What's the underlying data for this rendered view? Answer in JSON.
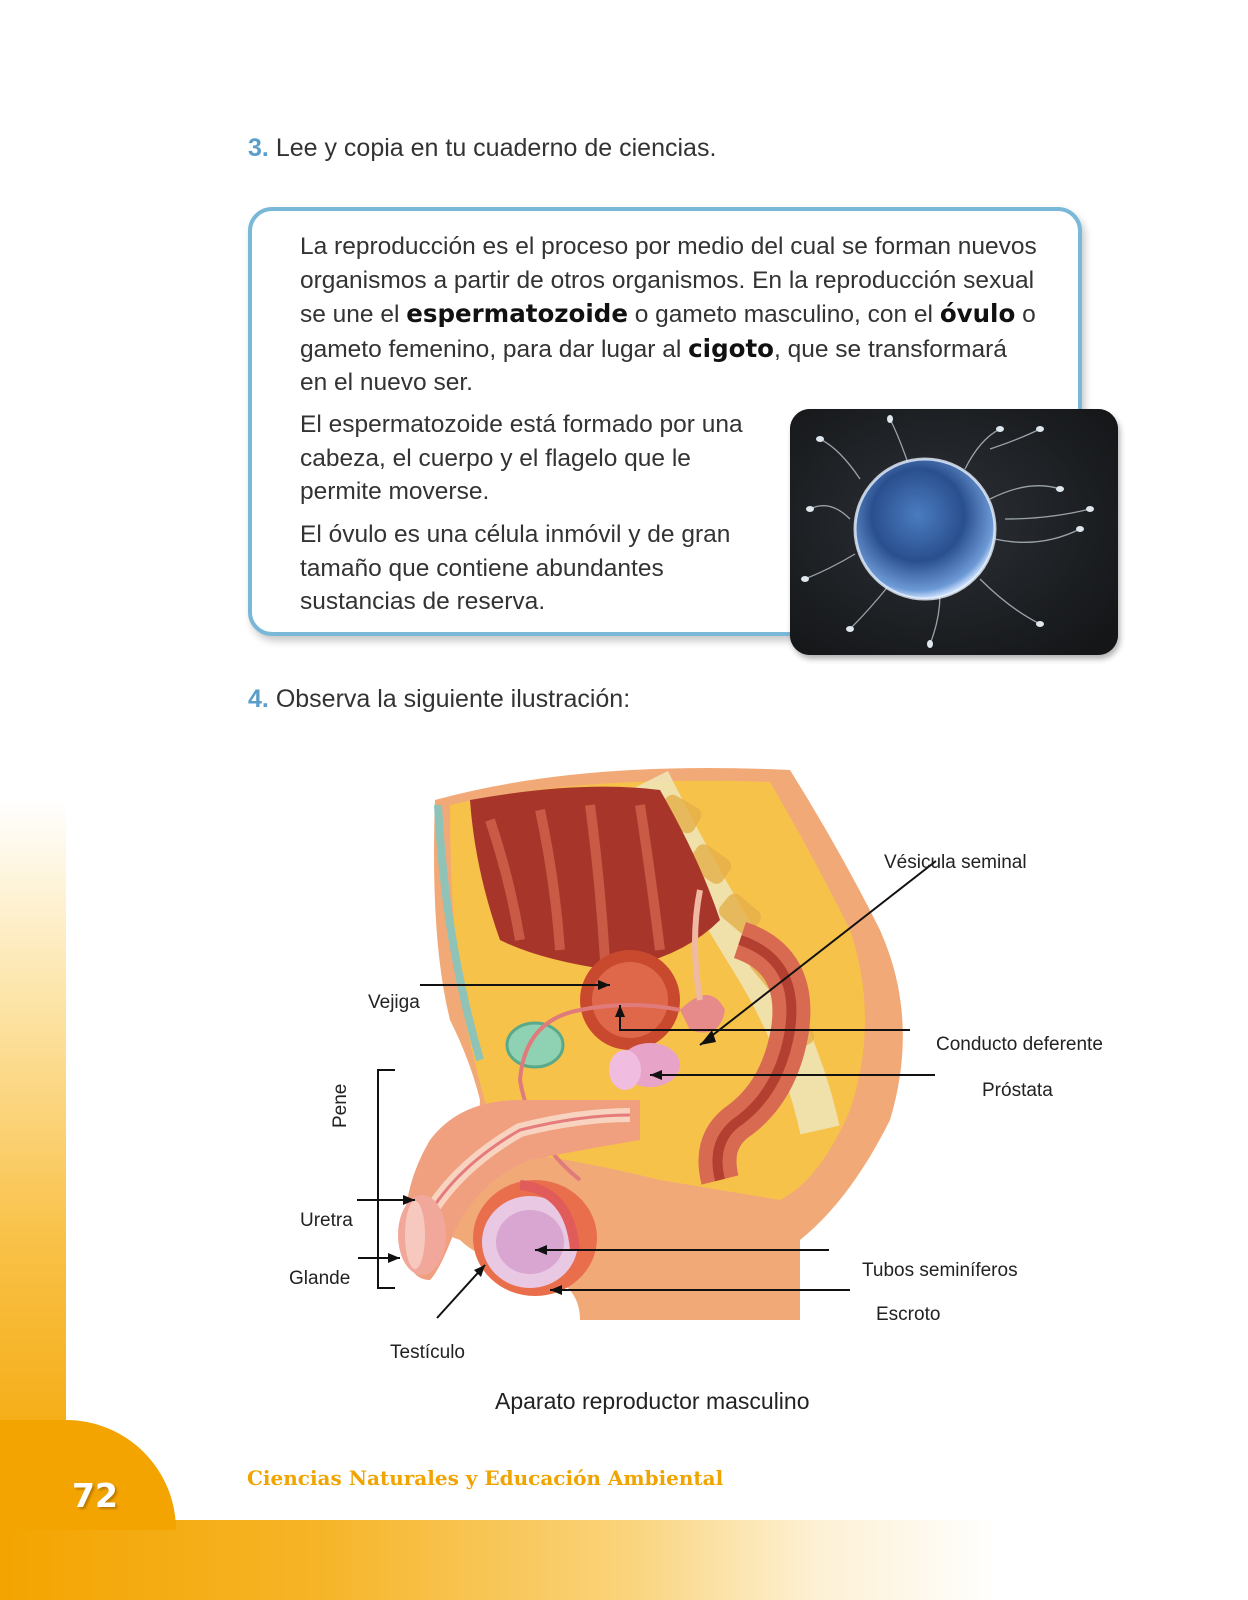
{
  "page": {
    "number": "72",
    "footer_title": "Ciencias Naturales y Educación Ambiental"
  },
  "step3": {
    "number": "3.",
    "instruction": "Lee y copia en tu cuaderno de ciencias."
  },
  "info_box": {
    "p1_a": "La reproducción es el proceso por medio del cual se forman nuevos organismos a partir de otros organismos. En la reproducción sexual se une el ",
    "p1_b1": "espermatozoide",
    "p1_c": " o gameto masculino, con el ",
    "p1_b2": "óvulo",
    "p1_d": " o gameto femenino, para dar lugar al ",
    "p1_b3": "cigoto",
    "p1_e": ", que se transformará en el nuevo ser.",
    "p2": "El espermatozoide está formado por una cabeza, el cuerpo y el flagelo que le permite moverse.",
    "p3": "El óvulo es una célula inmóvil y de gran tamaño que contiene abundantes sustancias de reserva."
  },
  "step4": {
    "number": "4.",
    "instruction": "Observa la siguiente ilustración:"
  },
  "diagram": {
    "caption": "Aparato reproductor masculino",
    "labels": {
      "vesicula": "Vésicula seminal",
      "vejiga": "Vejiga",
      "conducto": "Conducto deferente",
      "prostata": "Próstata",
      "pene": "Pene",
      "uretra": "Uretra",
      "glande": "Glande",
      "tubos": "Tubos seminíferos",
      "escroto": "Escroto",
      "testiculo": "Testículo"
    }
  },
  "colors": {
    "accent_orange": "#f3a400",
    "accent_blue": "#5a9ec9",
    "box_border": "#7ab8d7"
  }
}
